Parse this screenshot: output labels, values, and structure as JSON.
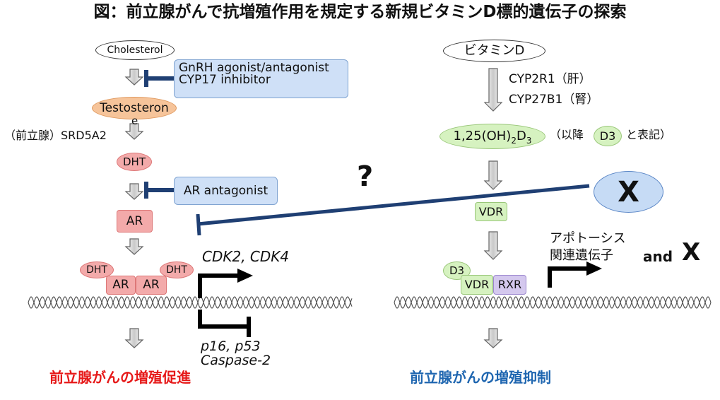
{
  "title": "図：前立腺がんで抗増殖作用を規定する新規ビタミンD標的遺伝子の探索",
  "left": {
    "cholesterol": "Cholesterol",
    "gnrh_line1": "GnRH agonist/antagonist",
    "gnrh_line2": "CYP17 inhibitor",
    "testosterone": "Testosteron",
    "testosterone_tail": "e",
    "srd5a2": "（前立腺）SRD5A2",
    "dht": "DHT",
    "ar_antagonist": "AR antagonist",
    "ar": "AR",
    "complex_dht_left": "DHT",
    "complex_dht_right": "DHT",
    "complex_ar_left": "AR",
    "complex_ar_right": "AR",
    "promoted_genes": "CDK2, CDK4",
    "repressed_genes_line1": "p16, p53",
    "repressed_genes_line2": "Caspase-2",
    "outcome": "前立腺がんの増殖促進"
  },
  "right": {
    "vitamin_d": "ビタミンD",
    "cyp2r1": "CYP2R1（肝）",
    "cyp27b1": "CYP27B1（腎）",
    "active_form_main": "1,25(OH)",
    "active_form_sub1": "2",
    "active_form_d": "D",
    "active_form_sub2": "3",
    "notation_prefix": "（以降",
    "d3_label": "D3",
    "notation_suffix": "と表記）",
    "vdr": "VDR",
    "complex_d3": "D3",
    "complex_vdr": "VDR",
    "complex_rxr": "RXR",
    "apoptosis_line1": "アポトーシス",
    "apoptosis_line2": "関連遺伝子",
    "and_text": "and",
    "and_x": "X",
    "outcome": "前立腺がんの増殖抑制"
  },
  "center": {
    "question": "?",
    "x_node": "X"
  },
  "colors": {
    "inhibit": "#1f3f73",
    "promote_outcome": "#e61919",
    "suppress_outcome": "#1f66b0"
  }
}
